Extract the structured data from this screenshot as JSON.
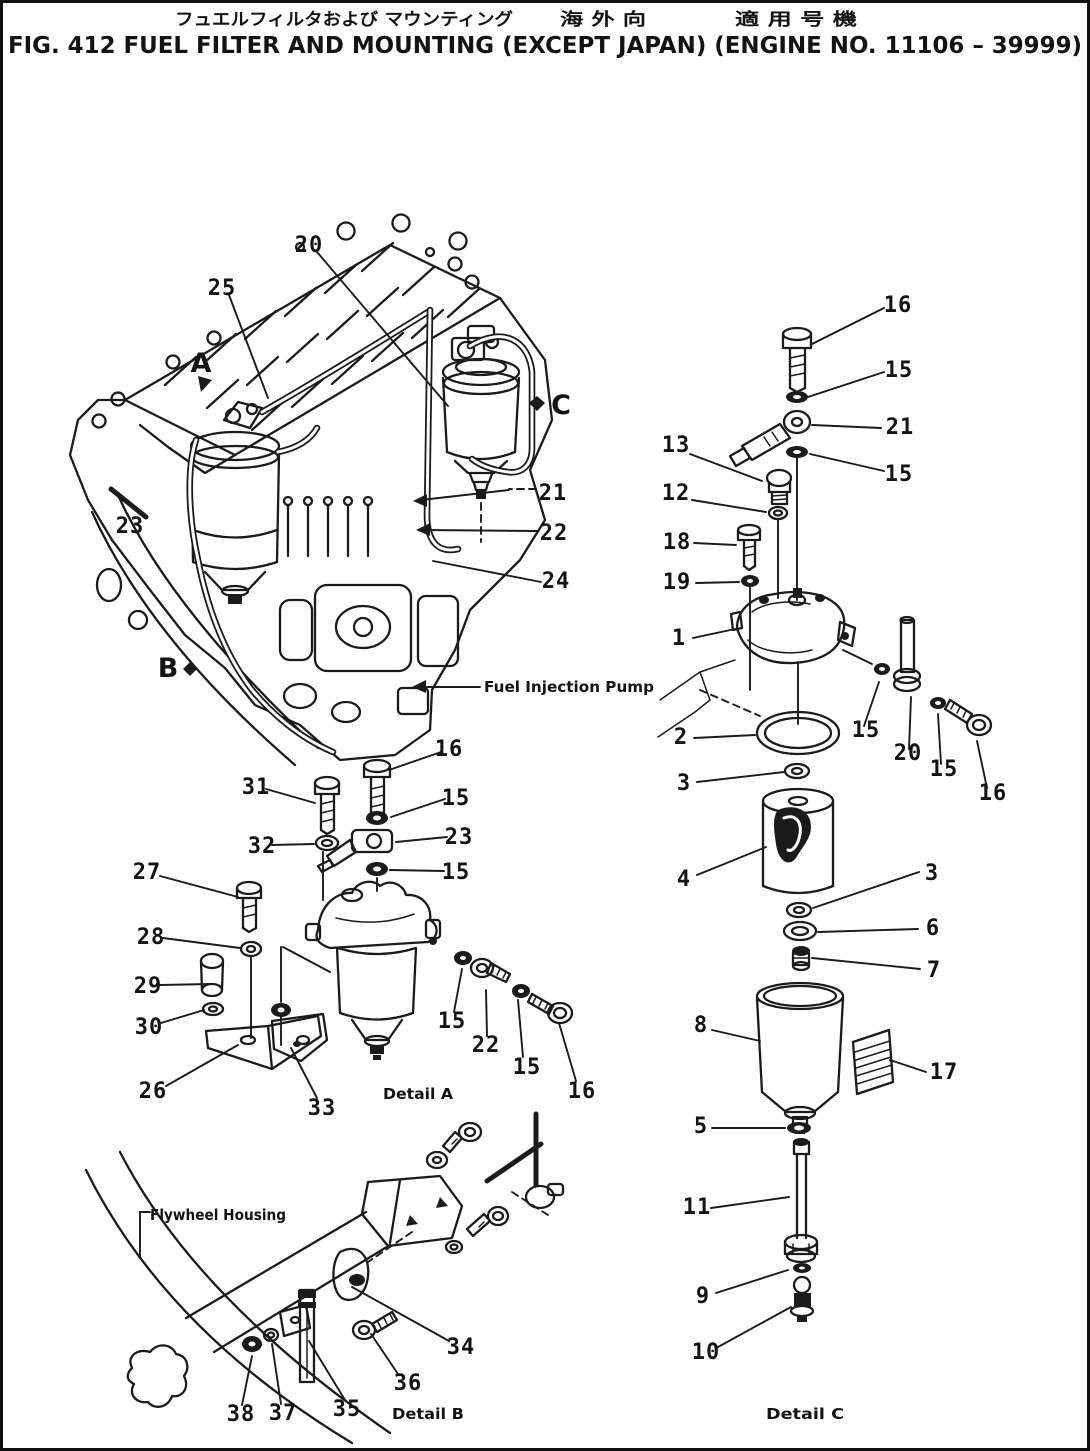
{
  "figure": {
    "title_jp_line": "フュエルフィルタおよび マウンティング",
    "title_jp_market": "海 外 向",
    "title_jp_serial": "適 用 号 機",
    "title_en": "FIG. 412  FUEL FILTER AND MOUNTING (EXCEPT JAPAN) (ENGINE NO. 11106 – 39999)"
  },
  "annotations": {
    "fuel_injection_pump": "Fuel Injection Pump",
    "flywheel_housing": "Flywheel Housing",
    "detail_a": "Detail  A",
    "detail_b": "Detail  B",
    "detail_c": "Detail  C"
  },
  "view_markers": {
    "a": "A",
    "b": "B",
    "c": "C"
  },
  "part_numbers": {
    "n1": "1",
    "n2": "2",
    "n3": "3",
    "n4": "4",
    "n5": "5",
    "n6": "6",
    "n7": "7",
    "n8": "8",
    "n9": "9",
    "n10": "10",
    "n11": "11",
    "n12": "12",
    "n13": "13",
    "n15": "15",
    "n16": "16",
    "n17": "17",
    "n18": "18",
    "n19": "19",
    "n20": "20",
    "n21": "21",
    "n22": "22",
    "n23": "23",
    "n24": "24",
    "n25": "25",
    "n26": "26",
    "n27": "27",
    "n28": "28",
    "n29": "29",
    "n30": "30",
    "n31": "31",
    "n32": "32",
    "n33": "33",
    "n34": "34",
    "n35": "35",
    "n36": "36",
    "n37": "37",
    "n38": "38"
  }
}
